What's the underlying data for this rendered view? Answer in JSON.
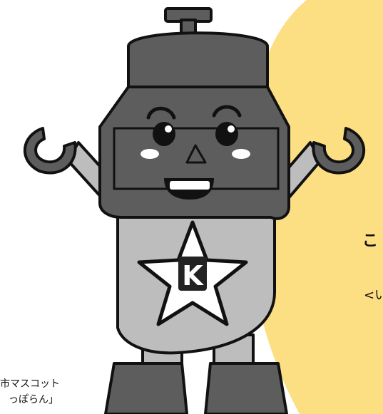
{
  "caption": {
    "line1": "市マスコット",
    "line2": "っぽらん」"
  },
  "side_text": {
    "heading_fragment": "こ",
    "sub_fragment": "<い"
  },
  "colors": {
    "bubble": "#fddf83",
    "body_dark": "#5d5d5d",
    "body_light": "#bdbdbd",
    "outline": "#111111",
    "cheek": "#ffffff"
  },
  "mascot_emblem_letter": "K"
}
